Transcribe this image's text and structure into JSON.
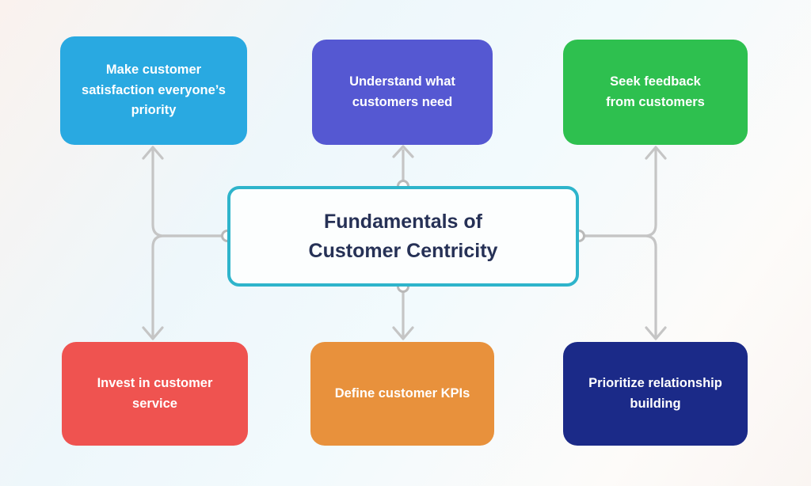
{
  "diagram": {
    "center": {
      "label": "Fundamentals of Customer Centricity",
      "border_color": "#2eb4cb",
      "background": "#fcfefe",
      "text_color": "#263156"
    },
    "nodes": [
      {
        "id": "make-customer-satisfaction-priority",
        "label": "Make customer satisfaction everyone’s priority",
        "color": "#29a9e1",
        "text_color": "#ffffff"
      },
      {
        "id": "understand-what-customers-need",
        "label": "Understand what customers need",
        "color": "#5558d2",
        "text_color": "#ffffff"
      },
      {
        "id": "seek-feedback-from-customers",
        "label": "Seek feedback from customers",
        "color": "#2ec04f",
        "text_color": "#ffffff"
      },
      {
        "id": "invest-in-customer-service",
        "label": "Invest in customer service",
        "color": "#ef5350",
        "text_color": "#ffffff"
      },
      {
        "id": "define-customer-kpis",
        "label": "Define customer KPIs",
        "color": "#e8913c",
        "text_color": "#ffffff"
      },
      {
        "id": "prioritize-relationship-building",
        "label": "Prioritize relationship building",
        "color": "#1b2a88",
        "text_color": "#ffffff"
      }
    ],
    "connectors": {
      "color": "#c5c5c5",
      "handle_fill": "#ffffff",
      "handle_stroke": "#b9b9b9"
    }
  }
}
